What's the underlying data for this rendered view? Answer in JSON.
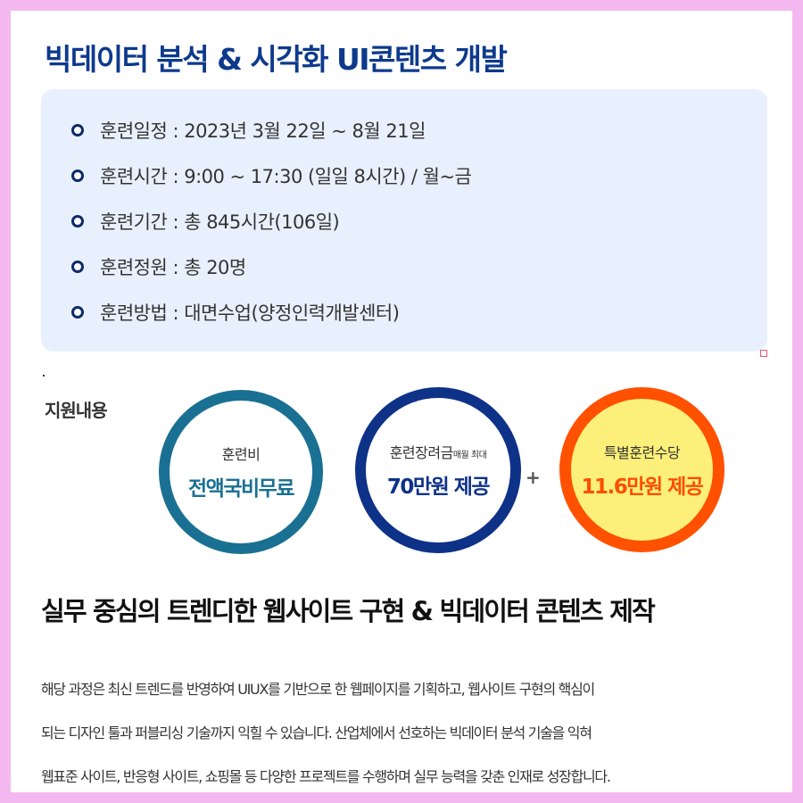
{
  "title": "빅데이터 분석 & 시각화 UI콘텐츠 개발",
  "info_items": [
    "훈련일정 : 2023년 3월 22일 ~ 8월 21일",
    "훈련시간 : 9:00 ~ 17:30 (일일 8시간) / 월~금",
    "훈련기간 : 총 845시간(106일)",
    "훈련정원 : 총 20명",
    "훈련방법 : 대면수업(양정인력개발센터)"
  ],
  "support": {
    "label": "지원내용",
    "circles": [
      {
        "label": "훈련비",
        "note": "",
        "value": "전액국비무료",
        "color": "#1a7092"
      },
      {
        "label": "훈련장려금",
        "note": "매월 최대",
        "value": "70만원 제공",
        "color": "#0e3288"
      },
      {
        "label": "특별훈련수당",
        "note": "",
        "value": "11.6만원 제공",
        "color": "#ff5100"
      }
    ],
    "plus": "+"
  },
  "headline": "실무 중심의 트렌디한 웹사이트 구현 & 빅데이터 콘텐츠 제작",
  "body_lines": [
    "해당 과정은 최신 트렌드를 반영하여 UIUX를 기반으로 한 웹페이지를 기획하고, 웹사이트 구현의 핵심이",
    "되는 디자인 툴과 퍼블리싱 기술까지 익힐 수 있습니다. 산업체에서 선호하는 빅데이터 분석 기술을 익혀",
    "웹표준 사이트, 반응형 사이트, 쇼핑몰 등 다양한 프로젝트를 수행하며 실무 능력을 갖춘 인재로 성장합니다."
  ],
  "colors": {
    "border": "#f4b8f0",
    "title": "#0d3a8c",
    "info_bg": "#e8f0fd"
  }
}
